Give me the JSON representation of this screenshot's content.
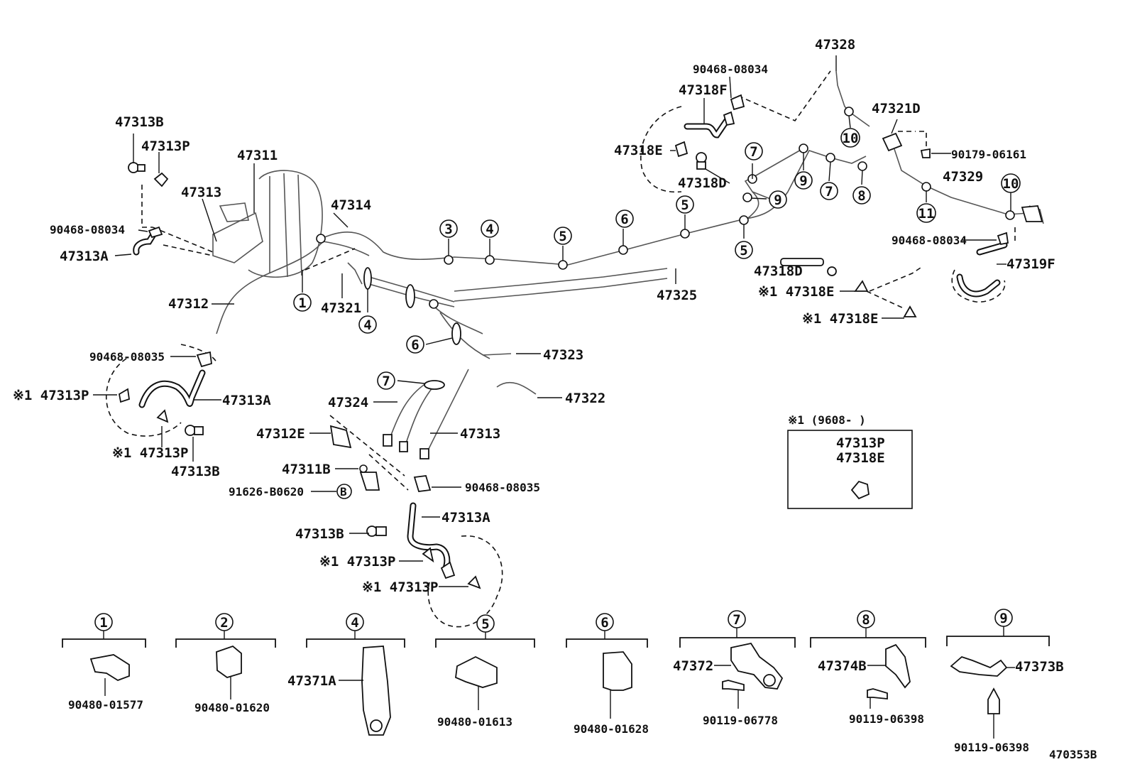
{
  "labels": {
    "p47313B_top": "47313B",
    "p47313P_top": "47313P",
    "p47313_top": "47313",
    "p47311": "47311",
    "p47314": "47314",
    "p90468_08034_left": "90468-08034",
    "p47313A_top": "47313A",
    "p47312": "47312",
    "p47321": "47321",
    "p47325": "47325",
    "p90468_08035_left": "90468-08035",
    "p47313P_leftA": "※1 47313P",
    "p47313A_left": "47313A",
    "p47313P_leftB": "※1 47313P",
    "p47313B_left": "47313B",
    "p47323": "47323",
    "p47322": "47322",
    "p47324": "47324",
    "p47313_mid": "47313",
    "p47312E": "47312E",
    "p47311B": "47311B",
    "p91626": "91626-B0620",
    "p90468_08035_mid": "90468-08035",
    "p47313A_bot": "47313A",
    "p47313B_bot": "47313B",
    "p47313P_botA": "※1 47313P",
    "p47313P_botB": "※1 47313P",
    "p47328": "47328",
    "p90468_08034_top": "90468-08034",
    "p47318F": "47318F",
    "p47321D": "47321D",
    "p47318E_top": "47318E",
    "p47318D_top": "47318D",
    "p90179": "90179-06161",
    "p47329": "47329",
    "p90468_08034_right": "90468-08034",
    "p47319F": "47319F",
    "p47318D_mid": "47318D",
    "p47318E_r1": "※1 47318E",
    "p47318E_r2": "※1 47318E",
    "note_title": "※1 (9608-        )",
    "note_p1": "47313P",
    "note_p2": "47318E",
    "g1_part": "90480-01577",
    "g2_part": "90480-01620",
    "g4_part": "47371A",
    "g5_part": "90480-01613",
    "g6_part": "90480-01628",
    "g7_part_a": "47372",
    "g7_part_b": "90119-06778",
    "g8_part_a": "47374B",
    "g8_part_b": "90119-06398",
    "g9_part_a": "47373B",
    "g9_part_b": "90119-06398",
    "drawing_no": "470353B",
    "callout_B": "B"
  },
  "callouts": {
    "c1": "1",
    "c3": "3",
    "c4a": "4",
    "c5a": "5",
    "c6a": "6",
    "c5b": "5",
    "c5c": "5",
    "c7a": "7",
    "c9a": "9",
    "c9b": "9",
    "c7b": "7",
    "c8a": "8",
    "c10a": "10",
    "c11": "11",
    "c10b": "10",
    "c4b": "4",
    "c6b": "6",
    "c7c": "7",
    "g1": "1",
    "g2": "2",
    "g4": "4",
    "g5": "5",
    "g6": "6",
    "g7": "7",
    "g8": "8",
    "g9": "9"
  }
}
